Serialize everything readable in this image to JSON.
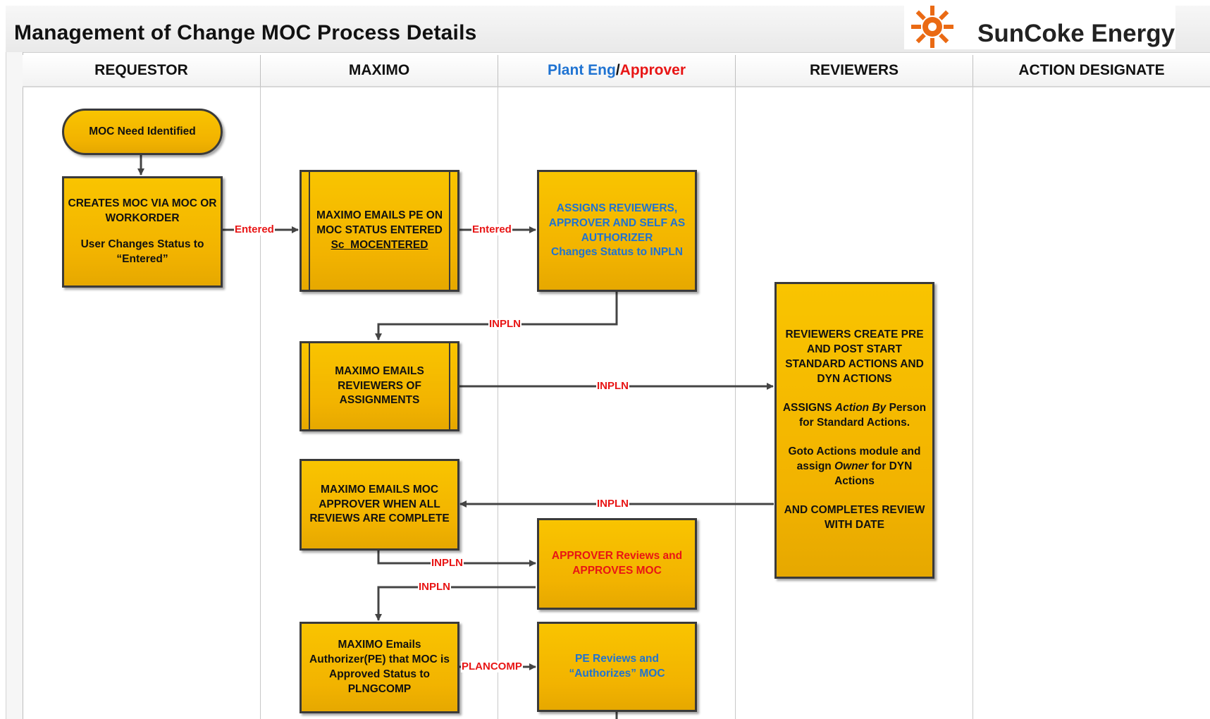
{
  "title": "Management of Change MOC Process Details",
  "logo": {
    "text": "SunCoke Energy",
    "icon": "sun-gear-icon",
    "color": "#ea6a14"
  },
  "colors": {
    "box_fill": "#f5b800",
    "label_red": "#e81515",
    "text_blue": "#1f73d2"
  },
  "lanes": {
    "requestor": "REQUESTOR",
    "maximo": "MAXIMO",
    "plant_eng": "Plant Eng",
    "slash": "/",
    "approver": "Approver",
    "reviewers": "REVIEWERS",
    "action_designate": "ACTION DESIGNATE"
  },
  "nodes": {
    "moc_need": "MOC Need Identified",
    "creates_moc_1": "CREATES MOC VIA MOC OR WORKORDER",
    "creates_moc_2": "User Changes Status to “Entered”",
    "maximo_emails_pe_1": "MAXIMO EMAILS PE ON MOC STATUS ENTERED",
    "maximo_emails_pe_2": "Sc_MOCENTERED",
    "assigns_reviewers_1": "ASSIGNS REVIEWERS, APPROVER AND SELF AS AUTHORIZER",
    "assigns_reviewers_2": "Changes Status to INPLN",
    "emails_reviewers": "MAXIMO EMAILS REVIEWERS OF ASSIGNMENTS",
    "reviewers_create_1": "REVIEWERS CREATE PRE AND POST START STANDARD ACTIONS AND DYN ACTIONS",
    "reviewers_create_2a": "ASSIGNS",
    "reviewers_create_2b": "Action By",
    "reviewers_create_2c": "Person for Standard Actions.",
    "reviewers_create_3a": "Goto Actions module and assign",
    "reviewers_create_3b": "Owner",
    "reviewers_create_3c": "for DYN Actions",
    "reviewers_create_4": "AND COMPLETES REVIEW WITH DATE",
    "emails_approver": "MAXIMO EMAILS MOC APPROVER WHEN ALL REVIEWS ARE COMPLETE",
    "approver_reviews": "APPROVER Reviews and APPROVES MOC",
    "emails_authorizer": "MAXIMO Emails Authorizer(PE) that MOC is Approved Status to PLNGCOMP",
    "pe_reviews": "PE Reviews and “Authorizes” MOC"
  },
  "edge_labels": {
    "entered_1": "Entered",
    "entered_2": "Entered",
    "inpln_1": "INPLN",
    "inpln_2": "INPLN",
    "inpln_3": "INPLN",
    "inpln_4": "INPLN",
    "inpln_5": "INPLN",
    "plancomp": "PLANCOMP"
  }
}
